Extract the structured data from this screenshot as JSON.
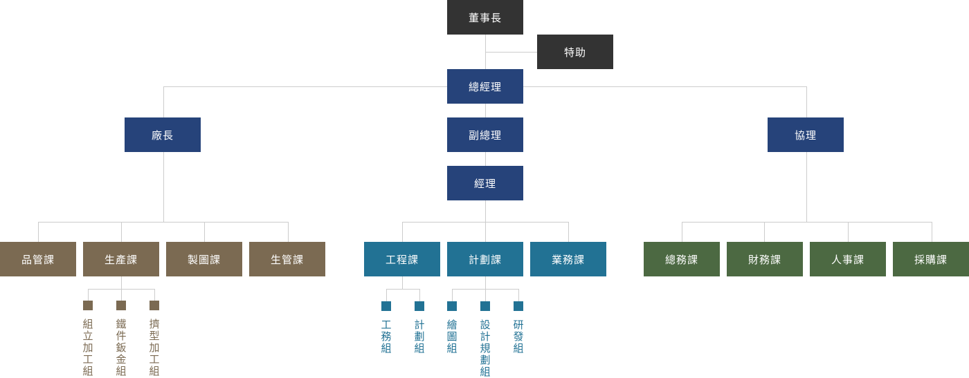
{
  "top": {
    "chairman": "董事長",
    "special_assistant": "特助",
    "general_manager": "總經理",
    "factory_director": "廠長",
    "deputy_general_manager": "副總理",
    "assistant_manager": "協理",
    "manager": "經理"
  },
  "factory_depts": [
    "品管課",
    "生產課",
    "製圖課",
    "生管課"
  ],
  "manager_depts": [
    "工程課",
    "計劃課",
    "業務課"
  ],
  "assistant_depts": [
    "總務課",
    "財務課",
    "人事課",
    "採購課"
  ],
  "production_groups": [
    "組立加工組",
    "鐵件鈑金組",
    "擠型加工組"
  ],
  "engineering_groups": [
    "工務組",
    "計劃組"
  ],
  "planning_groups": [
    "繪圖組",
    "設計規劃組",
    "研發組"
  ],
  "colors": {
    "executive": "#333333",
    "management": "#26437a",
    "factory": "#7b6a52",
    "manager_dept": "#227294",
    "assistant_dept": "#4c6942",
    "connector": "#cccccc"
  }
}
